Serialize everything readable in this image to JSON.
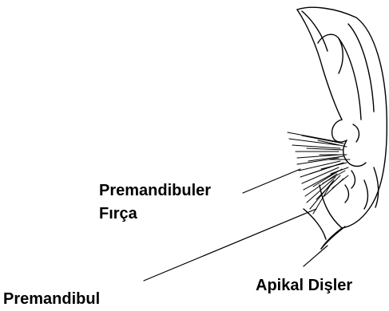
{
  "labels": {
    "premandibular_brush_line1": "Premandibuler",
    "premandibular_brush_line2": "Fırça",
    "apical_teeth": "Apikal Dişler",
    "premandible": "Premandibul"
  },
  "colors": {
    "background": "#ffffff",
    "ink": "#000000"
  }
}
